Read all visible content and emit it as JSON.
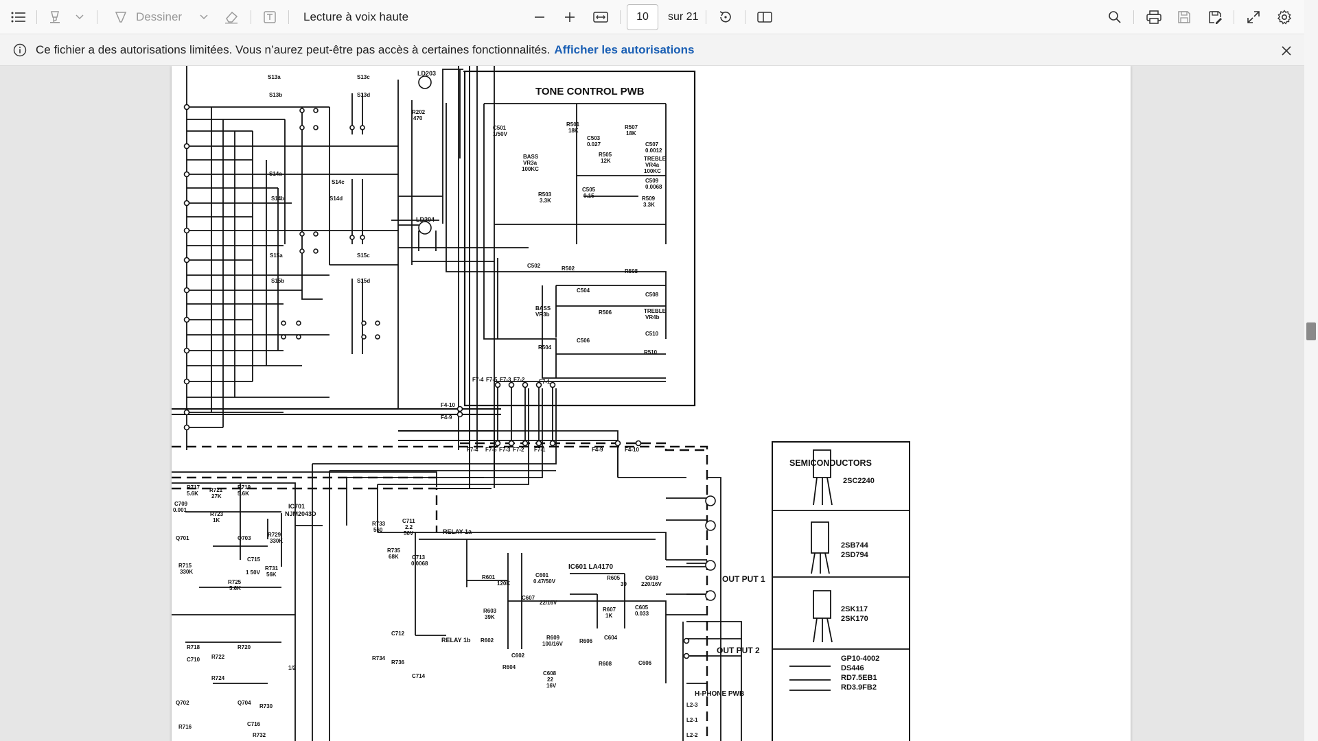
{
  "toolbar": {
    "draw_label": "Dessiner",
    "read_aloud_label": "Lecture à voix haute",
    "page_number": "10",
    "page_total": "sur 21"
  },
  "infobar": {
    "message": "Ce fichier a des autorisations limitées. Vous n’aurez peut-être pas accès à certaines fonctionnalités.",
    "link": "Afficher les autorisations"
  },
  "schematic": {
    "tone_title": "TONE CONTROL PWB",
    "semi_title": "SEMICONDUCTORS",
    "semis": [
      "2SC2240",
      "2SB744",
      "2SD794",
      "2SK117",
      "2SK170",
      "GP10-4002",
      "DS446",
      "RD7.5EB1",
      "RD3.9FB2"
    ],
    "ic601": "IC601  LA4170",
    "ic701": "IC701",
    "ic701_part": "NJM2043D",
    "out1": "OUT PUT 1",
    "out2": "OUT PUT 2",
    "hphone": "H-PHONE PWB",
    "relay1a": "RELAY 1a",
    "relay1b": "RELAY 1b",
    "ld203": "LD203",
    "ld204": "LD204",
    "labels": {
      "c501": "C501",
      "c501v": "1/50V",
      "r501": "R501",
      "r501v": "18K",
      "c503": "C503",
      "c503v": "0.027",
      "r505": "R505",
      "r505v": "12K",
      "r507": "R507",
      "r507v": "18K",
      "c507": "C507",
      "c507v": "0.0012",
      "treble_a": "TREBLE",
      "vr4a": "VR4a",
      "vr4av": "100KC",
      "bass_a": "BASS",
      "vr3a": "VR3a",
      "vr3av": "100KC",
      "c505": "C505",
      "c505v": "0.15",
      "c509": "C509",
      "c509v": "0.0068",
      "r503": "R503",
      "r503v": "3.3K",
      "r509": "R509",
      "r509v": "3.3K",
      "c502": "C502",
      "r502": "R502",
      "c504": "C504",
      "r506": "R506",
      "r508": "R508",
      "c508": "C508",
      "bass_b": "BASS",
      "vr3b": "VR3b",
      "treble_b": "TREBLE",
      "vr4b": "VR4b",
      "c506": "C506",
      "r504": "R504",
      "c510": "C510",
      "r510": "R510",
      "r202": "R202",
      "r202v": "470",
      "s13a": "S13a",
      "s13b": "S13b",
      "s13c": "S13c",
      "s13d": "S13d",
      "s14a": "S14a",
      "s14b": "S14b",
      "s14c": "S14c",
      "s14d": "S14d",
      "s15a": "S15a",
      "s15b": "S15b",
      "s15c": "S15c",
      "s15d": "S15d",
      "f4_10": "F4-10",
      "f4_9": "F4-9",
      "f7_4": "F7-4",
      "f7_5": "F7-5",
      "f7_3": "F7-3",
      "f7_2": "F7-2",
      "f7_1": "F7-1",
      "r717": "R717",
      "r717v": "5.6K",
      "r721": "R721",
      "r721v": "27K",
      "r719": "R719",
      "r719v": "5.6K",
      "c709": "C709",
      "c709v": "0.001",
      "r723": "R723",
      "r723v": "1K",
      "q701": "Q701",
      "q703": "Q703",
      "r729": "R729",
      "r729v": "330K",
      "r715": "R715",
      "r715v": "330K",
      "r725": "R725",
      "r725v": "5.6K",
      "c715": "C715",
      "c715v": "1 50V",
      "r731": "R731",
      "r731v": "56K",
      "r733": "R733",
      "r733v": "560",
      "c711": "C711",
      "c711v": "2.2",
      "c711v2": "50V",
      "r735": "R735",
      "r735v": "68K",
      "c713": "C713",
      "c713v": "0.0068",
      "r601": "R601",
      "r601v": "120K",
      "c601": "C601",
      "c601v": "0.47/50V",
      "r605": "R605",
      "r605v": "39",
      "c603": "C603",
      "c603v": "220/16V",
      "c607": "C607",
      "c607v": "22/16V",
      "r603": "R603",
      "r603v": "39K",
      "r609": "R609",
      "c609": "100/16V",
      "r607": "R607",
      "r607v": "1K",
      "c605": "C605",
      "c605v": "0.033",
      "r602": "R602",
      "c602": "C602",
      "r604": "R604",
      "r606": "R606",
      "c604": "C604",
      "r608": "R608",
      "c606": "C606",
      "c608": "C608",
      "c608v": "22",
      "c608v2": "16V",
      "r718": "R718",
      "r722": "R722",
      "r720": "R720",
      "c710": "C710",
      "r724": "R724",
      "q702": "Q702",
      "q704": "Q704",
      "r730": "R730",
      "r716": "R716",
      "c716": "C716",
      "r732": "R732",
      "c712": "C712",
      "r734": "R734",
      "r736": "R736",
      "c714": "C714",
      "ic701b": "1/2",
      "l2_3": "L2-3",
      "l2_1": "L2-1",
      "l2_2": "L2-2"
    }
  }
}
